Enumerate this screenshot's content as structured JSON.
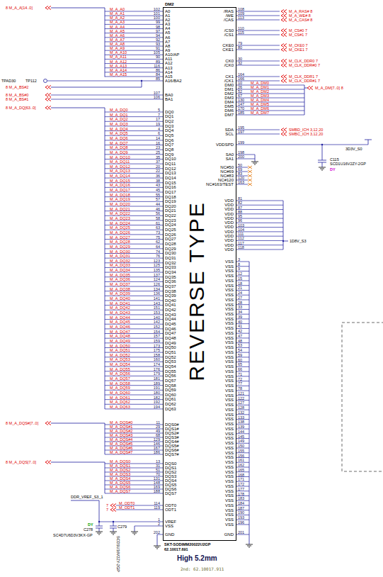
{
  "diagram": {
    "nodes": [
      {
        "text": [
          "DM2",
          "REVERSE TYPE"
        ]
      }
    ],
    "labels": [
      "M_A_A0",
      "102",
      "A0",
      "M_A_A1",
      "101",
      "A1",
      "M_A_A2",
      "100",
      "A2",
      "M_A_A3",
      "99",
      "A3",
      "M_A_A4",
      "98",
      "A4",
      "M_A_A5",
      "97",
      "A5",
      "M_A_A6",
      "94",
      "A6",
      "M_A_A7",
      "92",
      "A7",
      "M_A_A8",
      "93",
      "A8",
      "M_A_A9",
      "91",
      "A9",
      "M_A_A10",
      "105",
      "A10/AP",
      "M_A_A11",
      "90",
      "A11",
      "M_A_A12",
      "89",
      "A12",
      "M_A_A13",
      "116",
      "A13",
      "M_A_A14",
      "86",
      "A14",
      "M_A_A15",
      "84",
      "A15",
      "85",
      "A16/BA2",
      "107",
      "BA0",
      "106",
      "BA1",
      "M_A_DQ0",
      "5",
      "DQ0",
      "M_A_DQ1",
      "7",
      "DQ1",
      "M_A_DQ2",
      "17",
      "DQ2",
      "M_A_DQ3",
      "19",
      "DQ3",
      "M_A_DQ4",
      "4",
      "DQ4",
      "M_A_DQ5",
      "6",
      "DQ5",
      "M_A_DQ6",
      "14",
      "DQ6",
      "M_A_DQ7",
      "16",
      "DQ7",
      "M_A_DQ8",
      "23",
      "DQ8",
      "M_A_DQ9",
      "25",
      "DQ9",
      "M_A_DQ10",
      "35",
      "DQ10",
      "M_A_DQ11",
      "37",
      "DQ11",
      "M_A_DQ12",
      "20",
      "DQ12",
      "M_A_DQ13",
      "22",
      "DQ13",
      "M_A_DQ14",
      "36",
      "DQ14",
      "M_A_DQ15",
      "38",
      "DQ15",
      "M_A_DQ16",
      "43",
      "DQ16",
      "M_A_DQ17",
      "45",
      "DQ17",
      "M_A_DQ18",
      "55",
      "DQ18",
      "M_A_DQ19",
      "57",
      "DQ19",
      "M_A_DQ20",
      "44",
      "DQ20",
      "M_A_DQ21",
      "46",
      "DQ21",
      "M_A_DQ22",
      "56",
      "DQ22",
      "M_A_DQ23",
      "58",
      "DQ23",
      "M_A_DQ24",
      "61",
      "DQ24",
      "M_A_DQ25",
      "63",
      "DQ25",
      "M_A_DQ26",
      "73",
      "DQ26",
      "M_A_DQ27",
      "75",
      "DQ27",
      "M_A_DQ28",
      "62",
      "DQ28",
      "M_A_DQ29",
      "64",
      "DQ29",
      "M_A_DQ30",
      "74",
      "DQ30",
      "M_A_DQ31",
      "76",
      "DQ31",
      "M_A_DQ32",
      "123",
      "DQ32",
      "M_A_DQ33",
      "125",
      "DQ33",
      "M_A_DQ34",
      "135",
      "DQ34",
      "M_A_DQ35",
      "137",
      "DQ35",
      "M_A_DQ36",
      "124",
      "DQ36",
      "M_A_DQ37",
      "126",
      "DQ37",
      "M_A_DQ38",
      "134",
      "DQ38",
      "M_A_DQ39",
      "136",
      "DQ39",
      "M_A_DQ40",
      "141",
      "DQ40",
      "M_A_DQ41",
      "143",
      "DQ41",
      "M_A_DQ42",
      "151",
      "DQ42",
      "M_A_DQ43",
      "153",
      "DQ43",
      "M_A_DQ44",
      "140",
      "DQ44",
      "M_A_DQ45",
      "142",
      "DQ45",
      "M_A_DQ46",
      "152",
      "DQ46",
      "M_A_DQ47",
      "154",
      "DQ47",
      "M_A_DQ48",
      "157",
      "DQ48",
      "M_A_DQ49",
      "159",
      "DQ49",
      "M_A_DQ50",
      "173",
      "DQ50",
      "M_A_DQ51",
      "175",
      "DQ51",
      "M_A_DQ52",
      "158",
      "DQ52",
      "M_A_DQ53",
      "160",
      "DQ53",
      "M_A_DQ54",
      "174",
      "DQ54",
      "M_A_DQ55",
      "176",
      "DQ55",
      "M_A_DQ56",
      "179",
      "DQ56",
      "M_A_DQ57",
      "181",
      "DQ57",
      "M_A_DQ58",
      "189",
      "DQ58",
      "M_A_DQ59",
      "191",
      "DQ59",
      "M_A_DQ60",
      "180",
      "DQ60",
      "M_A_DQ61",
      "182",
      "DQ61",
      "M_A_DQ62",
      "192",
      "DQ62",
      "M_A_DQ63",
      "194",
      "DQ63",
      "M_A_DQS#0",
      "11",
      "DQS0#",
      "M_A_DQS#1",
      "29",
      "DQS1#",
      "M_A_DQS#2",
      "49",
      "DQS2#",
      "M_A_DQS#3",
      "68",
      "DQS3#",
      "M_A_DQS#4",
      "129",
      "DQS4#",
      "M_A_DQS#5",
      "146",
      "DQS5#",
      "M_A_DQS#6",
      "167",
      "DQS6#",
      "M_A_DQS#7",
      "186",
      "DQS7#",
      "M_A_DQS0",
      "13",
      "DQS0",
      "M_A_DQS1",
      "31",
      "DQS1",
      "M_A_DQS2",
      "51",
      "DQS2",
      "M_A_DQS3",
      "70",
      "DQS3",
      "M_A_DQS4",
      "131",
      "DQS4",
      "M_A_DQS5",
      "148",
      "DQS5",
      "M_A_DQS6",
      "169",
      "DQS6",
      "M_A_DQS7",
      "188",
      "DQS7",
      "M_ODT0",
      "114",
      "ODT0",
      "M_ODT1",
      "119",
      "ODT1",
      "1",
      "VREF",
      "2",
      "VSS",
      "202",
      "GND",
      "/RAS",
      "108",
      "M_A_RAS# 8",
      "/WE",
      "109",
      "M_A_WE# 8",
      "/CAS",
      "113",
      "M_A_CAS# 8",
      "/CS0",
      "110",
      "M_CS#0 7",
      "/CS1",
      "115",
      "M_CS#1 7",
      "CKE0",
      "79",
      "M_CKE0 7",
      "CKE1",
      "80",
      "M_CKE1 7",
      "CK0",
      "30",
      "M_CLK_DDR0 7",
      "/CK0",
      "32",
      "M_CLK_DDR#0 7",
      "CK1",
      "164",
      "M_CLK_DDR1 7",
      "/CK1",
      "166",
      "M_CLK_DDR#1 7",
      "DM0",
      "10",
      "M_A_DM0",
      "DM1",
      "26",
      "M_A_DM1",
      "DM2",
      "52",
      "M_A_DM2",
      "DM3",
      "67",
      "M_A_DM3",
      "DM4",
      "130",
      "M_A_DM4",
      "DM5",
      "147",
      "M_A_DM5",
      "DM6",
      "170",
      "M_A_DM6",
      "DM7",
      "185",
      "M_A_DM7",
      "SDA",
      "195",
      "SMBD_ICH 3,12,20",
      "SCL",
      "197",
      "SMBC_ICH 3,12,20",
      "VDDSPD",
      "199",
      "SA0",
      "198",
      "SA1",
      "200",
      "NC#50",
      "50",
      "NC#69",
      "69",
      "NC#83",
      "83",
      "NC#120",
      "120",
      "NC#163/TEST",
      "163",
      "VDD",
      "81",
      "VDD",
      "82",
      "VDD",
      "87",
      "VDD",
      "88",
      "VDD",
      "95",
      "VDD",
      "96",
      "VDD",
      "103",
      "VDD",
      "104",
      "VDD",
      "111",
      "VDD",
      "112",
      "VDD",
      "117",
      "VDD",
      "118",
      "VSS",
      "3",
      "VSS",
      "8",
      "VSS",
      "9",
      "VSS",
      "12",
      "VSS",
      "15",
      "VSS",
      "18",
      "VSS",
      "21",
      "VSS",
      "24",
      "VSS",
      "27",
      "VSS",
      "28",
      "VSS",
      "33",
      "VSS",
      "34",
      "VSS",
      "39",
      "VSS",
      "40",
      "VSS",
      "41",
      "VSS",
      "42",
      "VSS",
      "47",
      "VSS",
      "48",
      "VSS",
      "53",
      "VSS",
      "54",
      "VSS",
      "59",
      "VSS",
      "60",
      "VSS",
      "65",
      "VSS",
      "66",
      "VSS",
      "71",
      "VSS",
      "72",
      "VSS",
      "77",
      "VSS",
      "78",
      "VSS",
      "121",
      "VSS",
      "122",
      "VSS",
      "127",
      "VSS",
      "128",
      "VSS",
      "132",
      "VSS",
      "133",
      "VSS",
      "138",
      "VSS",
      "139",
      "VSS",
      "144",
      "VSS",
      "145",
      "VSS",
      "149",
      "VSS",
      "150",
      "VSS",
      "155",
      "VSS",
      "156",
      "VSS",
      "161",
      "VSS",
      "162",
      "VSS",
      "165",
      "VSS",
      "168",
      "VSS",
      "171",
      "VSS",
      "172",
      "VSS",
      "177",
      "VSS",
      "178",
      "VSS",
      "183",
      "VSS",
      "184",
      "VSS",
      "187",
      "VSS",
      "190",
      "VSS",
      "193",
      "VSS",
      "196",
      "GND",
      "201",
      "8 M_A_A[14..0]",
      "TPAD30",
      "TP112",
      "8 M_A_BS#2",
      "8 M_A_BS#0",
      "8 M_A_BS#1",
      "8 M_A_DQ[63..0]",
      "8 M_A_DQS#[7..0]",
      "8 M_A_DQS[7..0]",
      "7",
      "7",
      "DDR_VREF_S3_1",
      "DY",
      "C278",
      "SC4D7U6D3V3KX-GP",
      "C279",
      "SCD1U16V2ZY-2GP",
      "M_A_DM[7..0] 8",
      "3D3V_S0",
      "C115",
      "SCD1U16V2ZY-2GP",
      "DY",
      "1D8V_S3",
      "SKT-SODIMM20022U2GP",
      "62.10017.691",
      "High 5.2mm",
      "2nd: 62.10017.911"
    ]
  }
}
